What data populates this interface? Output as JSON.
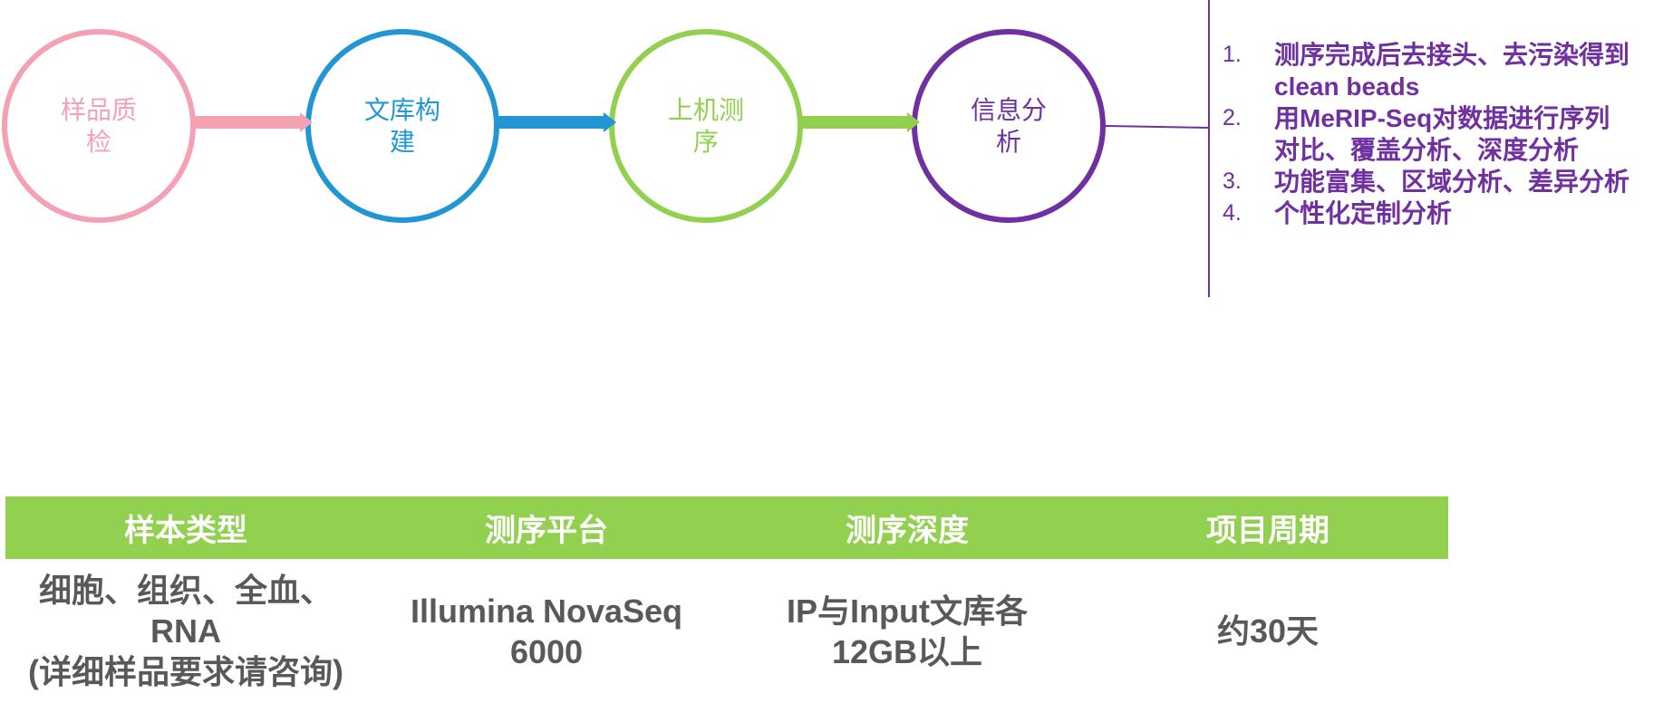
{
  "flow": {
    "steps": [
      {
        "label_lines": [
          "样品质",
          "检"
        ],
        "color": "#f4a2b3"
      },
      {
        "label_lines": [
          "文库构",
          "建"
        ],
        "color": "#2196d3"
      },
      {
        "label_lines": [
          "上机测",
          "序"
        ],
        "color": "#92d050"
      },
      {
        "label_lines": [
          "信息分",
          "析"
        ],
        "color": "#7030a0"
      }
    ]
  },
  "analysis_list": {
    "color": "#7030a0",
    "items": [
      {
        "number": "1.",
        "lines": [
          "测序完成后去接头、去污染得到",
          "clean beads"
        ]
      },
      {
        "number": "2.",
        "lines": [
          "用MeRIP-Seq对数据进行序列",
          "对比、覆盖分析、深度分析"
        ]
      },
      {
        "number": "3.",
        "lines": [
          "功能富集、区域分析、差异分析"
        ]
      },
      {
        "number": "4.",
        "lines": [
          "个性化定制分析"
        ]
      }
    ]
  },
  "table": {
    "header_color": "#92d050",
    "text_color": "#595959",
    "headers": [
      "样本类型",
      "测序平台",
      "测序深度",
      "项目周期"
    ],
    "row": {
      "sample_type": [
        "细胞、组织、全血、",
        "RNA",
        "(详细样品要求请咨询)"
      ],
      "platform": [
        "Illumina NovaSeq",
        "6000"
      ],
      "depth": [
        "IP与Input文库各",
        "12GB以上"
      ],
      "duration": [
        "约30天"
      ]
    }
  }
}
